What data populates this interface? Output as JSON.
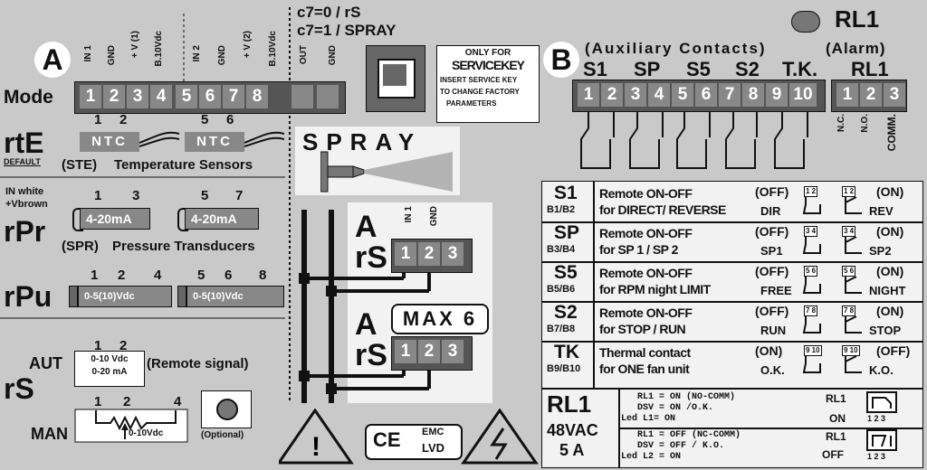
{
  "header": {
    "c7_rs": "c7=0 / rS",
    "c7_spray": "c7=1 / SPRAY",
    "rl1_title": "RL1",
    "aux_title": "(Auxiliary Contacts)",
    "alarm_title": "(Alarm)"
  },
  "service": {
    "top": "ONLY FOR",
    "key": "SERVICEKEY",
    "l1": "INSERT SERVICE KEY",
    "l2": "TO CHANGE FACTORY",
    "l3": "PARAMETERS"
  },
  "section_a": {
    "letter": "A",
    "mode_label": "Mode",
    "pins": [
      "1",
      "2",
      "3",
      "4",
      "5",
      "6",
      "7",
      "8"
    ],
    "pin_labels": [
      "IN 1",
      "GND",
      "+ V (1)",
      "B.10Vdc",
      "IN 2",
      "GND",
      "+ V (2)",
      "B.10Vdc",
      "OUT",
      "GND"
    ]
  },
  "section_b": {
    "letter": "B",
    "groups": [
      "S1",
      "SP",
      "S5",
      "S2",
      "T.K.",
      "RL1"
    ],
    "aux_pins": [
      "1",
      "2",
      "3",
      "4",
      "5",
      "6",
      "7",
      "8",
      "9",
      "10"
    ],
    "alarm_pins": [
      "1",
      "2",
      "3"
    ],
    "alarm_labels": [
      "N.C.",
      "N.O.",
      "COMM."
    ]
  },
  "rte": {
    "label": "rtE",
    "default": "DEFAULT",
    "pins_a": [
      "1",
      "2"
    ],
    "pins_b": [
      "5",
      "6"
    ],
    "ntc": "NTC",
    "ste": "(STE)",
    "caption": "Temperature Sensors"
  },
  "spray": {
    "label": "SPRAY"
  },
  "rpr": {
    "label": "rPr",
    "in_white": "IN white",
    "v_brown": "+Vbrown",
    "pins_a": [
      "1",
      "3"
    ],
    "pins_b": [
      "5",
      "7"
    ],
    "box": "4-20mA",
    "spr": "(SPR)",
    "caption": "Pressure Transducers"
  },
  "rpu": {
    "label": "rPu",
    "pins_a": [
      "1",
      "2",
      "4"
    ],
    "pins_b": [
      "5",
      "6",
      "8"
    ],
    "box": "0-5(10)Vdc"
  },
  "rs": {
    "label": "rS",
    "aut": "AUT",
    "aut_pins": [
      "1",
      "2"
    ],
    "aut_range1": "0-10 Vdc",
    "aut_range2": "0-20 mA",
    "remote": "(Remote signal)",
    "man": "MAN",
    "man_pins": [
      "1",
      "2",
      "4"
    ],
    "man_range": "0-10Vdc",
    "optional": "(Optional)"
  },
  "rs_center": {
    "a": "A",
    "rs": "rS",
    "pins": [
      "1",
      "2",
      "3"
    ],
    "pin_labels": [
      "IN 1",
      "GND"
    ],
    "max": "MAX 6"
  },
  "remotes": [
    {
      "code": "S1",
      "pins": "B1/B2",
      "l1": "Remote ON-OFF",
      "l2": "for DIRECT/ REVERSE",
      "off": "(OFF)",
      "on": "(ON)",
      "lo": "DIR",
      "hi": "REV",
      "sw": "1 2"
    },
    {
      "code": "SP",
      "pins": "B3/B4",
      "l1": "Remote ON-OFF",
      "l2": "for SP 1 / SP 2",
      "off": "(OFF)",
      "on": "(ON)",
      "lo": "SP1",
      "hi": "SP2",
      "sw": "3 4"
    },
    {
      "code": "S5",
      "pins": "B5/B6",
      "l1": "Remote ON-OFF",
      "l2": "for RPM night LIMIT",
      "off": "(OFF)",
      "on": "(ON)",
      "lo": "FREE",
      "hi": "NIGHT",
      "sw": "5 6"
    },
    {
      "code": "S2",
      "pins": "B7/B8",
      "l1": "Remote ON-OFF",
      "l2": "for STOP / RUN",
      "off": "(OFF)",
      "on": "(ON)",
      "lo": "RUN",
      "hi": "STOP",
      "sw": "7 8"
    },
    {
      "code": "TK",
      "pins": "B9/B10",
      "l1": "Thermal contact",
      "l2": "for ONE fan unit",
      "off": "(ON)",
      "on": "(OFF)",
      "lo": "O.K.",
      "hi": "K.O.",
      "sw": "9 10"
    }
  ],
  "rl1": {
    "code": "RL1",
    "v": "48VAC",
    "a": "5 A",
    "on1": "RL1 = ON  (NO-COMM)",
    "on2": "DSV = ON /O.K.",
    "on3": "Led L1= ON",
    "off1": "RL1 = OFF (NC-COMM)",
    "off2": "DSV = OFF / K.O.",
    "off3": "Led L2 = ON",
    "state_label": "RL1",
    "on_state": "ON",
    "off_state": "OFF",
    "pins": "1 2 3"
  },
  "marks": {
    "emc": "EMC",
    "lvd": "LVD",
    "ce": "CE"
  }
}
